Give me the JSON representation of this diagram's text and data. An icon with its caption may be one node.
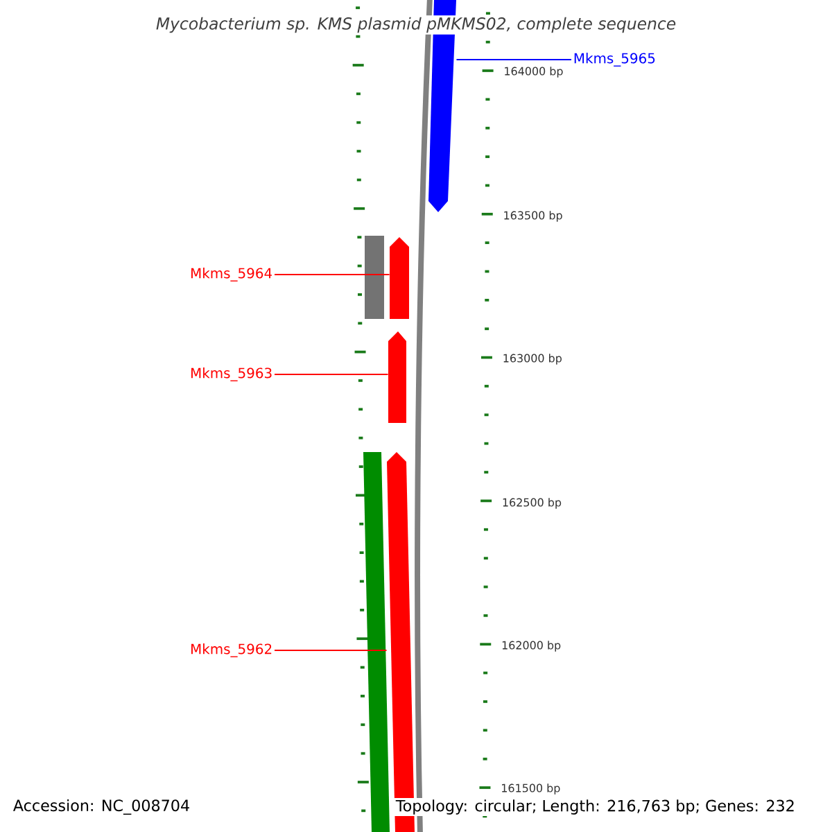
{
  "diagram": {
    "title": "Mycobacterium sp. KMS plasmid pMKMS02, complete sequence",
    "nodes": [
      {
        "text": [
          "Mkms_5965"
        ]
      },
      {
        "text": [],
        "shape": "arrow"
      },
      {
        "text": [
          "Mkms_5964"
        ]
      },
      {
        "text": [],
        "shape": "arrow"
      },
      {
        "text": [
          "Mkms_5963"
        ]
      },
      {
        "text": [],
        "shape": "arrow"
      },
      {
        "text": [
          "Mkms_5962"
        ]
      },
      {
        "text": [],
        "shape": "arrow"
      },
      {
        "text": [],
        "shape": "bar"
      },
      {
        "text": [],
        "shape": "bar"
      }
    ],
    "edges": [
      {
        "from": 0,
        "to": 1,
        "arrow": "none",
        "color": "#0000ff"
      },
      {
        "from": 2,
        "to": 3,
        "arrow": "none"
      },
      {
        "from": 4,
        "to": 5,
        "arrow": "none"
      },
      {
        "from": 6,
        "to": 7,
        "arrow": "none"
      }
    ],
    "labels": [
      "164000 bp",
      "163500 bp",
      "163000 bp",
      "162500 bp",
      "162000 bp",
      "161500 bp",
      "Accession: NC_008704",
      "Topology: circular; Length: 216,763 bp; Genes: 232"
    ]
  }
}
